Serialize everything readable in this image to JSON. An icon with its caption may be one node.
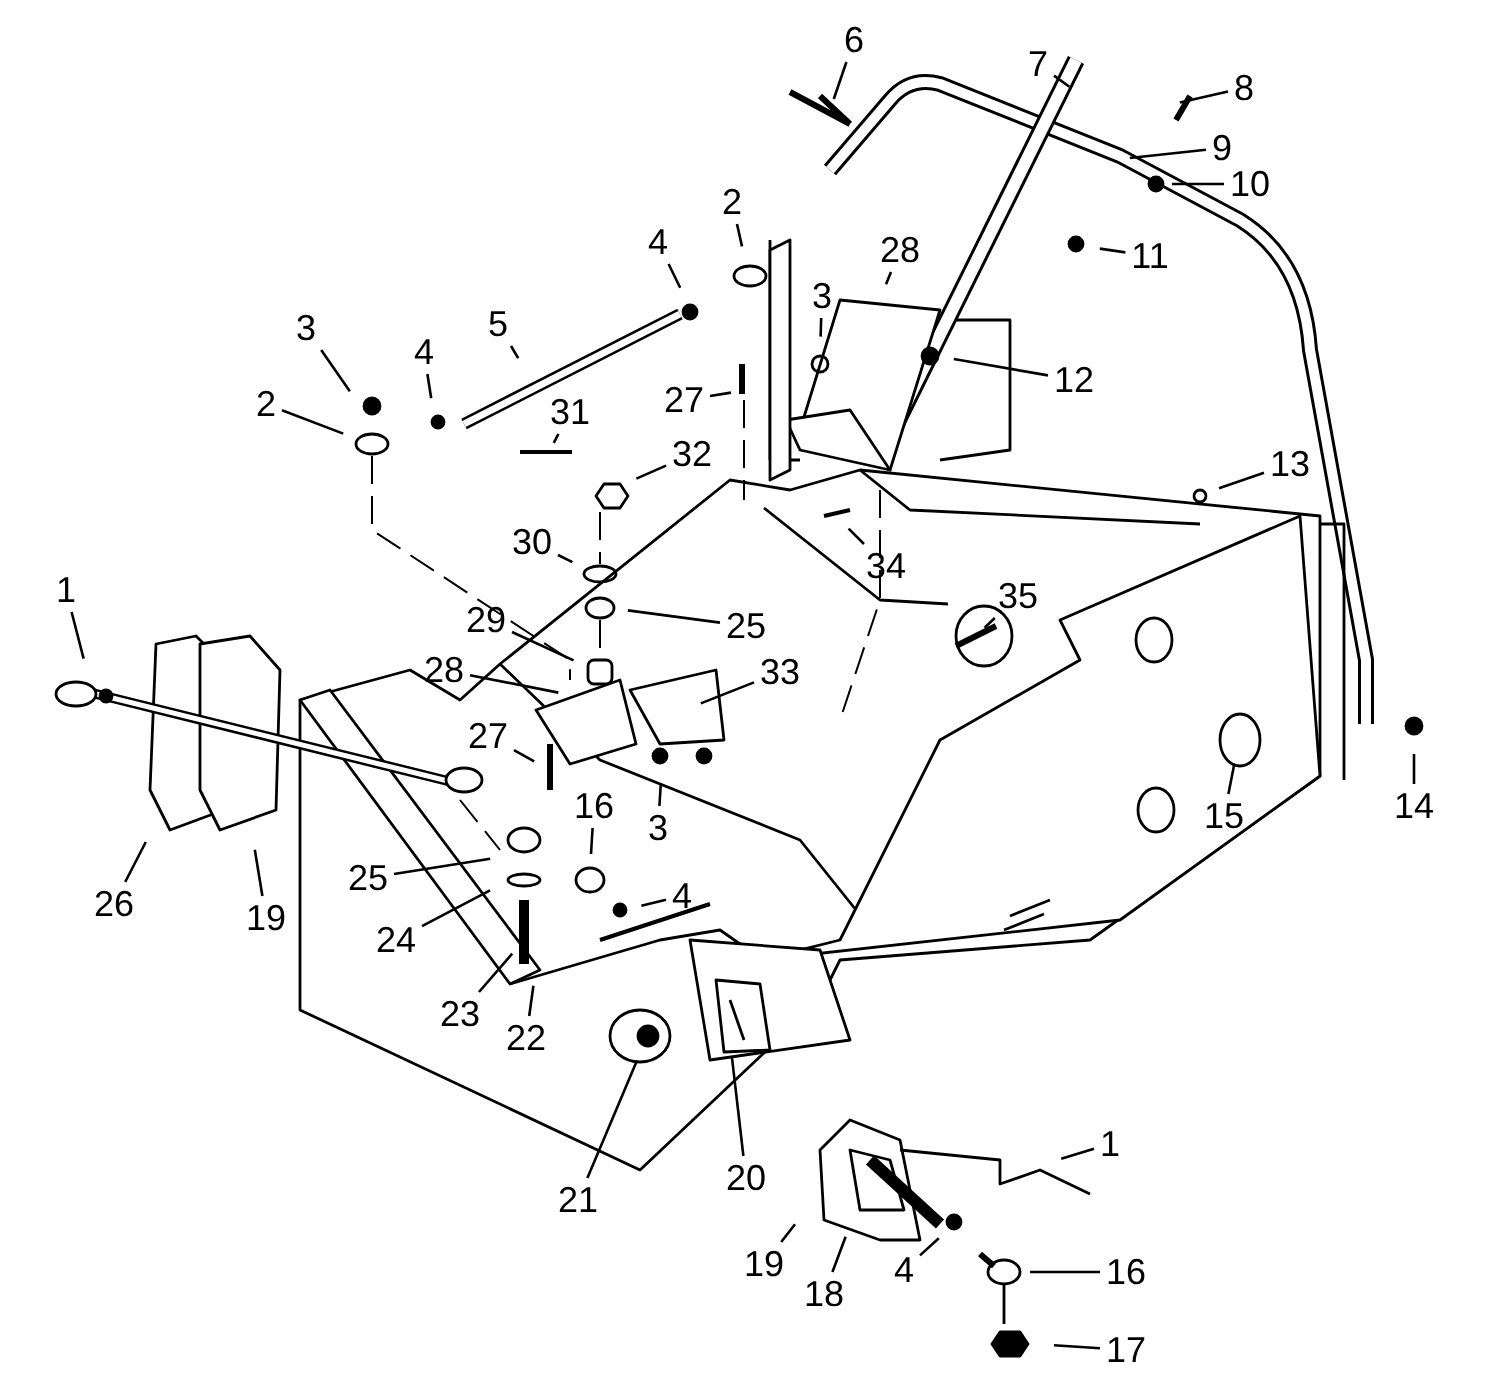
{
  "diagram": {
    "nodes": [
      {
        "text": [
          "6"
        ]
      },
      {
        "text": [
          "7"
        ]
      },
      {
        "text": [
          "8"
        ]
      },
      {
        "text": [
          "9"
        ]
      },
      {
        "text": [
          "10"
        ]
      },
      {
        "text": [
          "2"
        ]
      },
      {
        "text": [
          "4"
        ]
      },
      {
        "text": [
          "28"
        ]
      },
      {
        "text": [
          "11"
        ]
      },
      {
        "text": [
          "3"
        ]
      },
      {
        "text": [
          "3"
        ]
      },
      {
        "text": [
          "5"
        ]
      },
      {
        "text": [
          "4"
        ]
      },
      {
        "text": [
          "12"
        ]
      },
      {
        "text": [
          "2"
        ]
      },
      {
        "text": [
          "27"
        ]
      },
      {
        "text": [
          "31"
        ]
      },
      {
        "text": [
          "32"
        ]
      },
      {
        "text": [
          "13"
        ]
      },
      {
        "text": [
          "34"
        ]
      },
      {
        "text": [
          "30"
        ]
      },
      {
        "text": [
          "35"
        ]
      },
      {
        "text": [
          "1"
        ]
      },
      {
        "text": [
          "25"
        ]
      },
      {
        "text": [
          "29"
        ]
      },
      {
        "text": [
          "28"
        ]
      },
      {
        "text": [
          "33"
        ]
      },
      {
        "text": [
          "27"
        ]
      },
      {
        "text": [
          "3"
        ]
      },
      {
        "text": [
          "15"
        ]
      },
      {
        "text": [
          "14"
        ]
      },
      {
        "text": [
          "16"
        ]
      },
      {
        "text": [
          "25"
        ]
      },
      {
        "text": [
          "4"
        ]
      },
      {
        "text": [
          "26"
        ]
      },
      {
        "text": [
          "19"
        ]
      },
      {
        "text": [
          "24"
        ]
      },
      {
        "text": [
          "23"
        ]
      },
      {
        "text": [
          "22"
        ]
      },
      {
        "text": [
          "21"
        ]
      },
      {
        "text": [
          "20"
        ]
      },
      {
        "text": [
          "1"
        ]
      },
      {
        "text": [
          "19"
        ]
      },
      {
        "text": [
          "18"
        ]
      },
      {
        "text": [
          "4"
        ]
      },
      {
        "text": [
          "16"
        ]
      },
      {
        "text": [
          "17"
        ]
      }
    ],
    "edges": [
      {
        "from": 0,
        "to": null,
        "arrow": "none"
      },
      {
        "from": 1,
        "to": null,
        "arrow": "none"
      },
      {
        "from": 2,
        "to": null,
        "arrow": "none"
      },
      {
        "from": 3,
        "to": null,
        "arrow": "none"
      },
      {
        "from": 4,
        "to": null,
        "arrow": "none"
      },
      {
        "from": 5,
        "to": null,
        "arrow": "none"
      },
      {
        "from": 6,
        "to": null,
        "arrow": "none"
      },
      {
        "from": 7,
        "to": null,
        "arrow": "none"
      },
      {
        "from": 8,
        "to": null,
        "arrow": "none"
      },
      {
        "from": 9,
        "to": null,
        "arrow": "none"
      },
      {
        "from": 10,
        "to": null,
        "arrow": "none"
      },
      {
        "from": 11,
        "to": null,
        "arrow": "none"
      },
      {
        "from": 12,
        "to": null,
        "arrow": "none"
      },
      {
        "from": 13,
        "to": null,
        "arrow": "none"
      },
      {
        "from": 14,
        "to": null,
        "arrow": "none"
      },
      {
        "from": 15,
        "to": null,
        "arrow": "none"
      },
      {
        "from": 16,
        "to": null,
        "arrow": "none"
      },
      {
        "from": 17,
        "to": null,
        "arrow": "none"
      },
      {
        "from": 18,
        "to": null,
        "arrow": "none"
      },
      {
        "from": 19,
        "to": null,
        "arrow": "none"
      },
      {
        "from": 20,
        "to": null,
        "arrow": "none"
      },
      {
        "from": 21,
        "to": null,
        "arrow": "none"
      },
      {
        "from": 22,
        "to": null,
        "arrow": "none"
      },
      {
        "from": 23,
        "to": null,
        "arrow": "none"
      },
      {
        "from": 24,
        "to": null,
        "arrow": "none"
      },
      {
        "from": 25,
        "to": null,
        "arrow": "none"
      },
      {
        "from": 26,
        "to": null,
        "arrow": "none"
      },
      {
        "from": 27,
        "to": null,
        "arrow": "none"
      },
      {
        "from": 28,
        "to": null,
        "arrow": "none"
      },
      {
        "from": 29,
        "to": null,
        "arrow": "none"
      },
      {
        "from": 30,
        "to": null,
        "arrow": "none"
      },
      {
        "from": 31,
        "to": null,
        "arrow": "none"
      },
      {
        "from": 32,
        "to": null,
        "arrow": "none"
      },
      {
        "from": 33,
        "to": null,
        "arrow": "none"
      },
      {
        "from": 34,
        "to": null,
        "arrow": "none"
      },
      {
        "from": 35,
        "to": null,
        "arrow": "none"
      },
      {
        "from": 36,
        "to": null,
        "arrow": "none"
      },
      {
        "from": 37,
        "to": null,
        "arrow": "none"
      },
      {
        "from": 38,
        "to": null,
        "arrow": "none"
      },
      {
        "from": 39,
        "to": null,
        "arrow": "none"
      },
      {
        "from": 40,
        "to": null,
        "arrow": "none"
      },
      {
        "from": 41,
        "to": null,
        "arrow": "none"
      },
      {
        "from": 42,
        "to": null,
        "arrow": "none"
      },
      {
        "from": 43,
        "to": null,
        "arrow": "none"
      },
      {
        "from": 44,
        "to": null,
        "arrow": "none"
      },
      {
        "from": 45,
        "to": null,
        "arrow": "none"
      },
      {
        "from": 46,
        "to": null,
        "arrow": "none"
      }
    ]
  }
}
